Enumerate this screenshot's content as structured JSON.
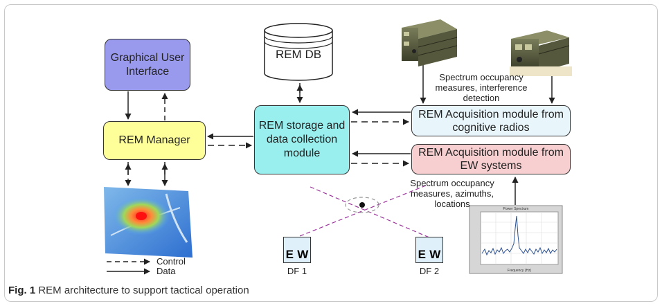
{
  "boxes": {
    "gui": "Graphical User Interface",
    "manager": "REM Manager",
    "storage": "REM storage and data collection module",
    "acq_radios": "REM Acquisition module from cognitive radios",
    "acq_ew": "REM Acquisition module from EW systems"
  },
  "db_label": "REM DB",
  "annotations": {
    "radios_measures": "Spectrum occupancy measures, interference detection",
    "ew_measures": "Spectrum occupancy measures, azimuths, locations"
  },
  "df_stations": [
    {
      "label": "DF 1",
      "left": "E",
      "right": "W"
    },
    {
      "label": "DF 2",
      "left": "E",
      "right": "W"
    }
  ],
  "legend": {
    "control": "Control",
    "data": "Data"
  },
  "spectrum_plot": {
    "title": "Power Spectrum",
    "xlabel": "Frequency (Hz)"
  },
  "caption": {
    "label": "Fig. 1",
    "text": "REM architecture to support tactical operation"
  },
  "colors": {
    "gui": "#9999ee",
    "manager": "#ffff99",
    "storage": "#99eeee",
    "acq_radios": "#e8f6fb",
    "acq_ew": "#f7cfd0",
    "df_lines": "#993399"
  }
}
